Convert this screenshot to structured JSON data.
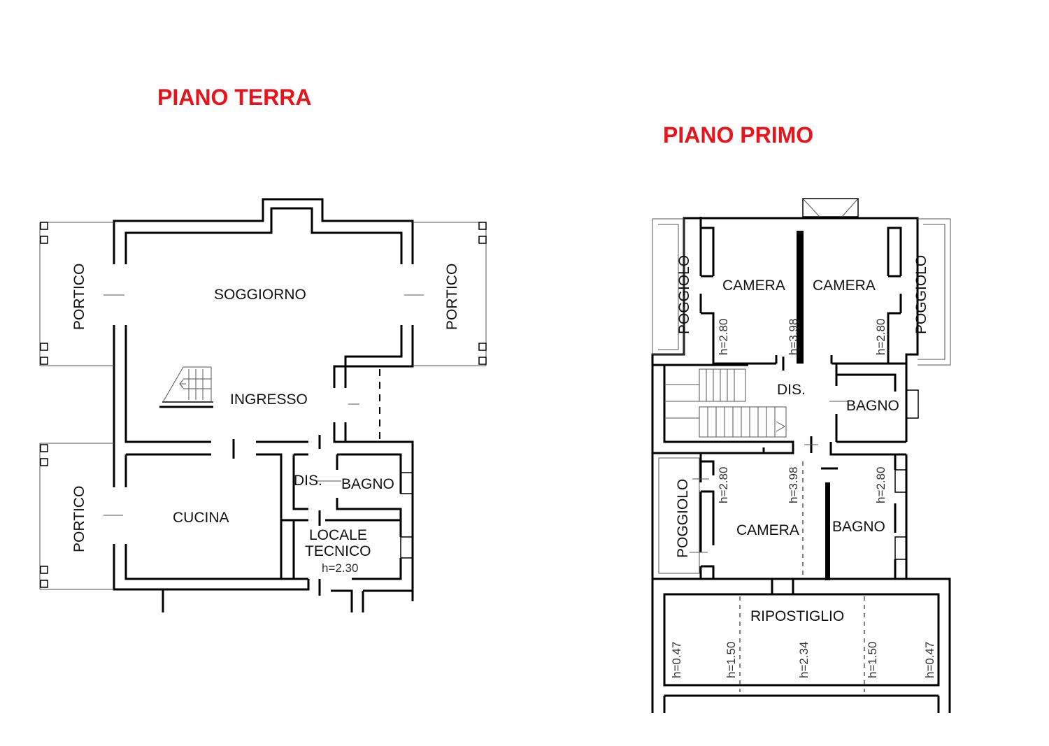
{
  "titles": {
    "ground_floor": "PIANO TERRA",
    "first_floor": "PIANO PRIMO"
  },
  "ground_floor": {
    "portico_left_top": "PORTICO",
    "portico_right": "PORTICO",
    "portico_left_bottom": "PORTICO",
    "soggiorno": "SOGGIORNO",
    "ingresso": "INGRESSO",
    "cucina": "CUCINA",
    "dis": "DIS.",
    "bagno": "BAGNO",
    "locale_line1": "LOCALE",
    "locale_line2": "TECNICO",
    "locale_height": "h=2.30"
  },
  "first_floor": {
    "poggiolo_left_top": "POGGIOLO",
    "poggiolo_right_top": "POGGIOLO",
    "poggiolo_left_bottom": "POGGIOLO",
    "camera_left": "CAMERA",
    "camera_right": "CAMERA",
    "camera_bottom": "CAMERA",
    "dis": "DIS.",
    "bagno_top": "BAGNO",
    "bagno_bottom": "BAGNO",
    "ripostiglio": "RIPOSTIGLIO",
    "h_camera_left_a": "h=2.80",
    "h_camera_left_b": "h=3.98",
    "h_camera_right": "h=2.80",
    "h_camera_bottom_a": "h=2.80",
    "h_camera_bottom_b": "h=3.98",
    "h_bagno_bottom": "h=2.80",
    "h_rip_1": "h=0.47",
    "h_rip_2": "h=1.50",
    "h_rip_3": "h=2.34",
    "h_rip_4": "h=1.50",
    "h_rip_5": "h=0.47"
  },
  "colors": {
    "title": "#e8141c",
    "walls": "#000000"
  }
}
